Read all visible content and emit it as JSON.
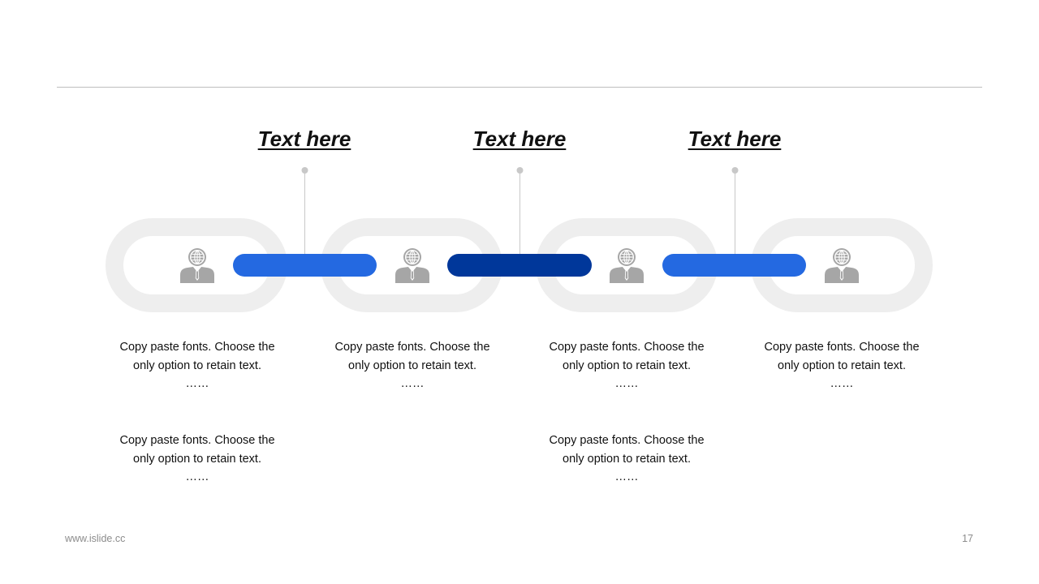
{
  "headings": [
    "Text here",
    "Text here",
    "Text here"
  ],
  "descriptions_top": [
    {
      "line1": "Copy paste fonts. Choose the",
      "line2": "only option to retain text.",
      "dots": "……"
    },
    {
      "line1": "Copy paste fonts. Choose the",
      "line2": "only option to retain text.",
      "dots": "……"
    },
    {
      "line1": "Copy paste fonts. Choose the",
      "line2": "only option to retain text.",
      "dots": "……"
    },
    {
      "line1": "Copy paste fonts. Choose the",
      "line2": "only option to retain text.",
      "dots": "……"
    }
  ],
  "descriptions_bottom": [
    {
      "line1": "Copy paste fonts. Choose the",
      "line2": "only option to retain text.",
      "dots": "……"
    },
    {
      "line1": "Copy paste fonts. Choose the",
      "line2": "only option to retain text.",
      "dots": "……"
    }
  ],
  "icons": [
    "businessman-globe-icon",
    "businessman-globe-icon",
    "businessman-globe-icon",
    "businessman-globe-icon"
  ],
  "colors": {
    "chain_ring": "#eeeeee",
    "link_light_blue": "#2469e1",
    "link_dark_blue": "#00379a",
    "icon_gray": "#a6a6a6",
    "connector_gray": "#c8c8c8"
  },
  "footer": {
    "url": "www.islide.cc",
    "page": "17"
  }
}
